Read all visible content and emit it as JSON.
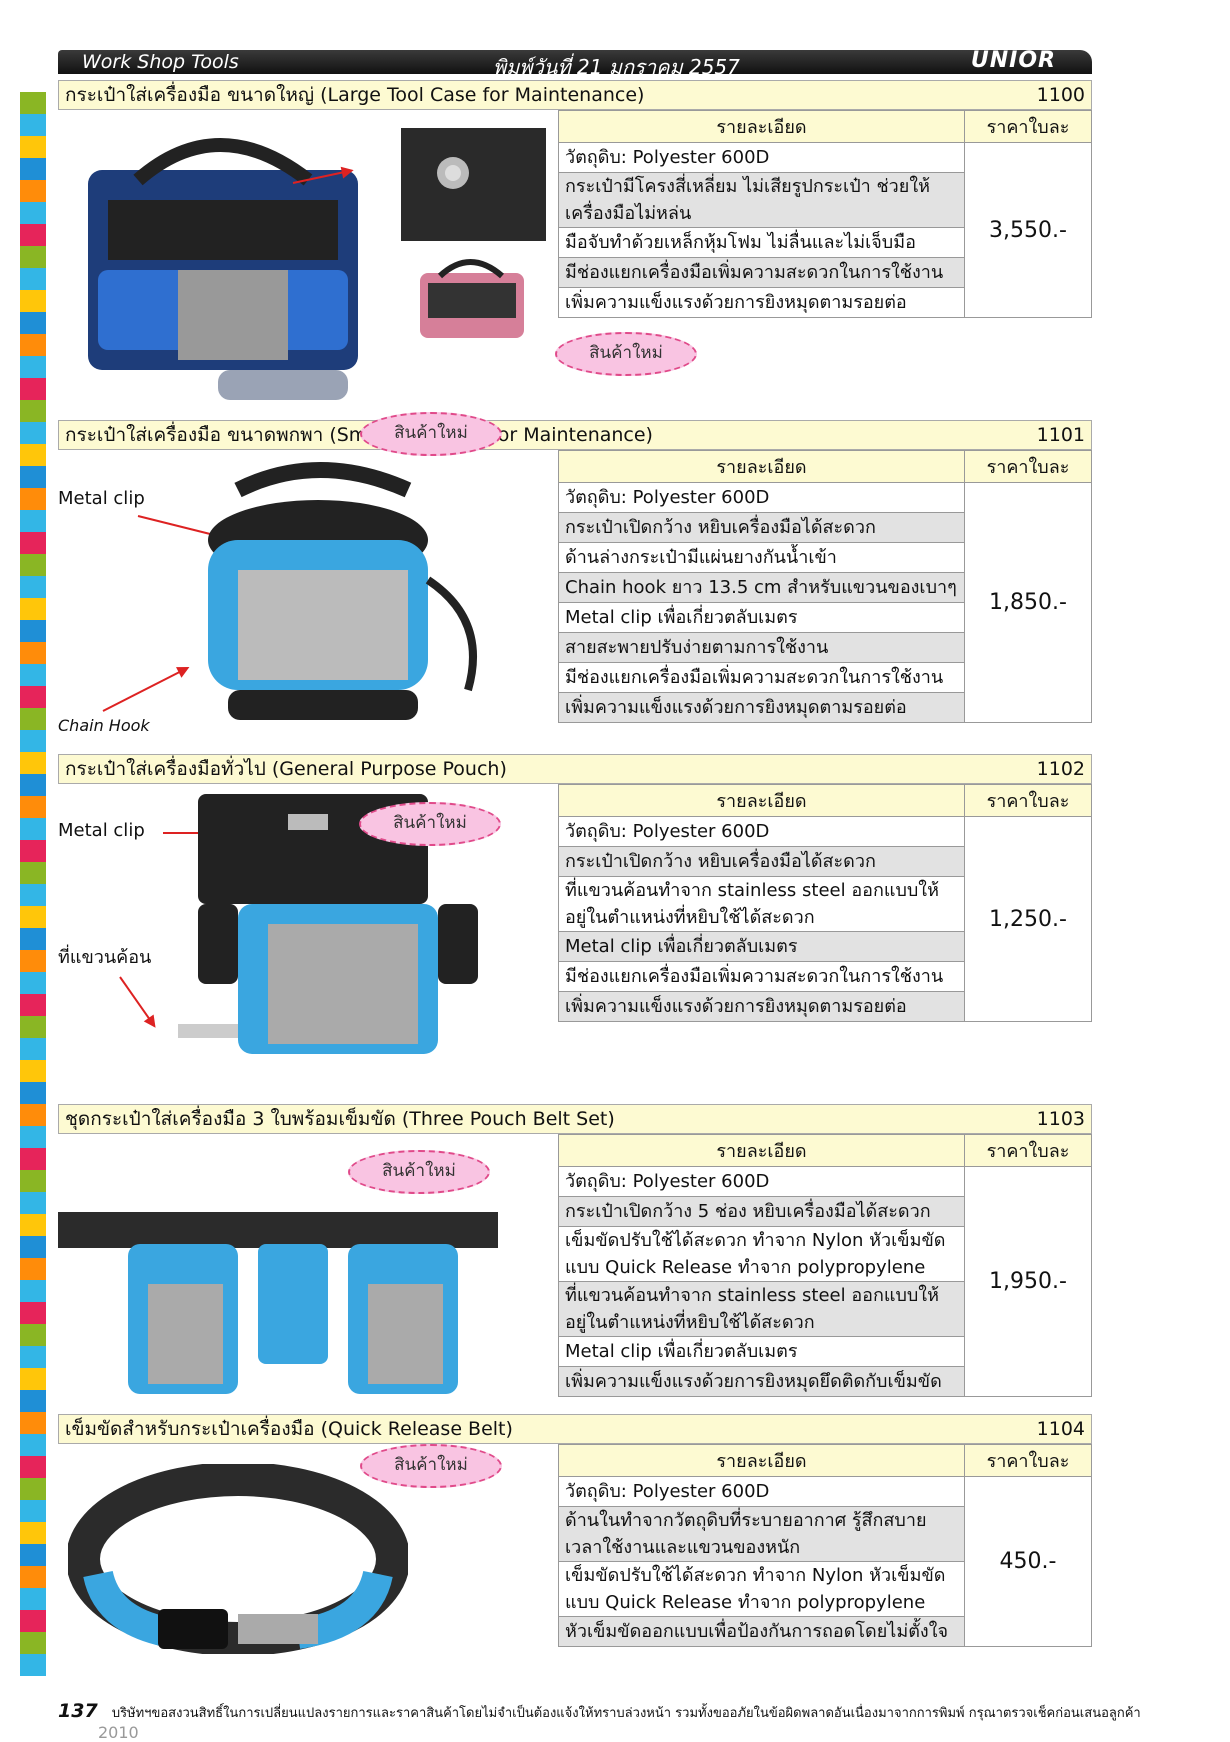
{
  "header": {
    "left": "Work Shop Tools",
    "center": "พิมพ์วันที่ 21 มกราคม 2557",
    "brand": "UNIOR"
  },
  "colors": {
    "tab_colors": [
      "#8ab624",
      "#33b6e6",
      "#ffc60a",
      "#1f8fd6",
      "#ff8c0a",
      "#33b6e6",
      "#e6245a",
      "#8ab624",
      "#33b6e6",
      "#ffc60a",
      "#1f8fd6",
      "#ff8c0a",
      "#33b6e6",
      "#e6245a",
      "#8ab624",
      "#33b6e6",
      "#ffc60a",
      "#1f8fd6",
      "#ff8c0a",
      "#33b6e6",
      "#e6245a",
      "#8ab624",
      "#33b6e6",
      "#ffc60a",
      "#1f8fd6",
      "#ff8c0a",
      "#33b6e6",
      "#e6245a",
      "#8ab624",
      "#33b6e6",
      "#ffc60a",
      "#1f8fd6",
      "#ff8c0a",
      "#33b6e6",
      "#e6245a",
      "#8ab624",
      "#33b6e6",
      "#ffc60a",
      "#1f8fd6",
      "#ff8c0a",
      "#33b6e6",
      "#e6245a",
      "#8ab624",
      "#33b6e6",
      "#ffc60a",
      "#1f8fd6",
      "#ff8c0a",
      "#33b6e6",
      "#e6245a",
      "#8ab624",
      "#33b6e6",
      "#ffc60a",
      "#1f8fd6",
      "#ff8c0a",
      "#33b6e6",
      "#e6245a",
      "#8ab624",
      "#33b6e6",
      "#ffc60a",
      "#1f8fd6",
      "#ff8c0a",
      "#33b6e6",
      "#e6245a",
      "#8ab624",
      "#33b6e6",
      "#ffc60a",
      "#1f8fd6",
      "#ff8c0a",
      "#33b6e6",
      "#e6245a",
      "#8ab624",
      "#33b6e6",
      "#ffc60a",
      "#1f8fd6",
      "#ff8c0a",
      "#33b6e6",
      "#e6245a",
      "#8ab624",
      "#33b6e6",
      "#ffc60a",
      "#1f8fd6",
      "#ff8c0a",
      "#33b6e6",
      "#e6245a",
      "#8ab624",
      "#33b6e6",
      "#ffc60a",
      "#1f8fd6",
      "#ff8c0a",
      "#33b6e6",
      "#e6245a",
      "#8ab624",
      "#33b6e6",
      "#ffc60a",
      "#1f8fd6",
      "#ff8c0a",
      "#33b6e6",
      "#e6245a"
    ]
  },
  "col_detail": "รายละเอียด",
  "col_price": "ราคาใบละ",
  "badge_new": "สินค้าใหม่",
  "products": [
    {
      "title": "กระเป๋าใส่เครื่องมือ ขนาดใหญ่ (Large Tool Case for Maintenance)",
      "code": "1100",
      "price": "3,550.-",
      "details": [
        "วัตถุดิบ: Polyester 600D",
        "กระเป๋ามีโครงสี่เหลี่ยม ไม่เสียรูปกระเป๋า ช่วยให้เครื่องมือไม่หล่น",
        "มือจับทำด้วยเหล็กหุ้มโฟม ไม่ลื่นและไม่เจ็บมือ",
        "มีช่องแยกเครื่องมือเพิ่มความสะดวกในการใช้งาน",
        "เพิ่มความแข็งแรงด้วยการยิงหมุดตามรอยต่อ"
      ]
    },
    {
      "title": "กระเป๋าใส่เครื่องมือ ขนาดพกพา (Small Tool Case for Maintenance)",
      "code": "1101",
      "price": "1,850.-",
      "labels": [
        "Metal clip",
        "Chain Hook"
      ],
      "details": [
        "วัตถุดิบ: Polyester 600D",
        "กระเป๋าเปิดกว้าง หยิบเครื่องมือได้สะดวก",
        "ด้านล่างกระเป๋ามีแผ่นยางกันน้ำเข้า",
        "Chain hook ยาว 13.5 cm สำหรับแขวนของเบาๆ",
        "Metal clip เพื่อเกี่ยวตลับเมตร",
        "สายสะพายปรับง่ายตามการใช้งาน",
        "มีช่องแยกเครื่องมือเพิ่มความสะดวกในการใช้งาน",
        "เพิ่มความแข็งแรงด้วยการยิงหมุดตามรอยต่อ"
      ]
    },
    {
      "title": "กระเป๋าใส่เครื่องมือทั่วไป (General Purpose Pouch)",
      "code": "1102",
      "price": "1,250.-",
      "labels": [
        "Metal clip",
        "ที่แขวนค้อน"
      ],
      "details": [
        "วัตถุดิบ: Polyester 600D",
        "กระเป๋าเปิดกว้าง หยิบเครื่องมือได้สะดวก",
        "ที่แขวนค้อนทำจาก stainless steel ออกแบบให้อยู่ในตำแหน่งที่หยิบใช้ได้สะดวก",
        "Metal clip เพื่อเกี่ยวตลับเมตร",
        "มีช่องแยกเครื่องมือเพิ่มความสะดวกในการใช้งาน",
        "เพิ่มความแข็งแรงด้วยการยิงหมุดตามรอยต่อ"
      ]
    },
    {
      "title": "ชุดกระเป๋าใส่เครื่องมือ 3 ใบพร้อมเข็มขัด (Three Pouch Belt Set)",
      "code": "1103",
      "price": "1,950.-",
      "details": [
        "วัตถุดิบ: Polyester 600D",
        "กระเป๋าเปิดกว้าง 5 ช่อง หยิบเครื่องมือได้สะดวก",
        "เข็มขัดปรับใช้ได้สะดวก ทำจาก Nylon หัวเข็มขัดแบบ Quick Release ทำจาก polypropylene",
        "ที่แขวนค้อนทำจาก stainless steel ออกแบบให้อยู่ในตำแหน่งที่หยิบใช้ได้สะดวก",
        "Metal clip เพื่อเกี่ยวตลับเมตร",
        "เพิ่มความแข็งแรงด้วยการยิงหมุดยึดติดกับเข็มขัด"
      ]
    },
    {
      "title": "เข็มขัดสำหรับกระเป๋าเครื่องมือ (Quick Release Belt)",
      "code": "1104",
      "price": "450.-",
      "details": [
        "วัตถุดิบ: Polyester 600D",
        "ด้านในทำจากวัตถุดิบที่ระบายอากาศ รู้สึกสบายเวลาใช้งานและแขวนของหนัก",
        "เข็มขัดปรับใช้ได้สะดวก ทำจาก Nylon หัวเข็มขัดแบบ Quick Release ทำจาก polypropylene",
        "หัวเข็มขัดออกแบบเพื่อป้องกันการถอดโดยไม่ตั้งใจ"
      ]
    }
  ],
  "footer": {
    "page": "137",
    "text": "บริษัทฯขอสงวนสิทธิ์ในการเปลี่ยนแปลงรายการและราคาสินค้าโดยไม่จำเป็นต้องแจ้งให้ทราบล่วงหน้า รวมทั้งขออภัยในข้อผิดพลาดอันเนื่องมาจากการพิมพ์ กรุณาตรวจเช็คก่อนเสนอลูกค้า",
    "year": "2010"
  }
}
